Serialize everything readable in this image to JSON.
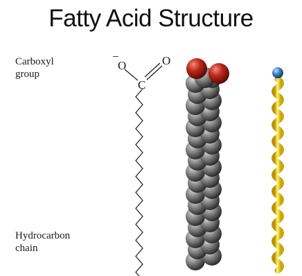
{
  "title": "Fatty Acid Structure",
  "labels": {
    "carboxyl_line1": "Carboxyl",
    "carboxyl_line2": "group",
    "hydrocarbon_line1": "Hydrocarbon",
    "hydrocarbon_line2": "chain"
  },
  "formula": {
    "oxygen_left": "O",
    "oxygen_left_charge": "−",
    "oxygen_right": "O",
    "carbon": "C"
  },
  "colors": {
    "oxygen": "#c0281b",
    "carbon": "#6a6a6a",
    "head_blue": "#3f7fc6",
    "tail_yellow": "#f2d21f"
  }
}
